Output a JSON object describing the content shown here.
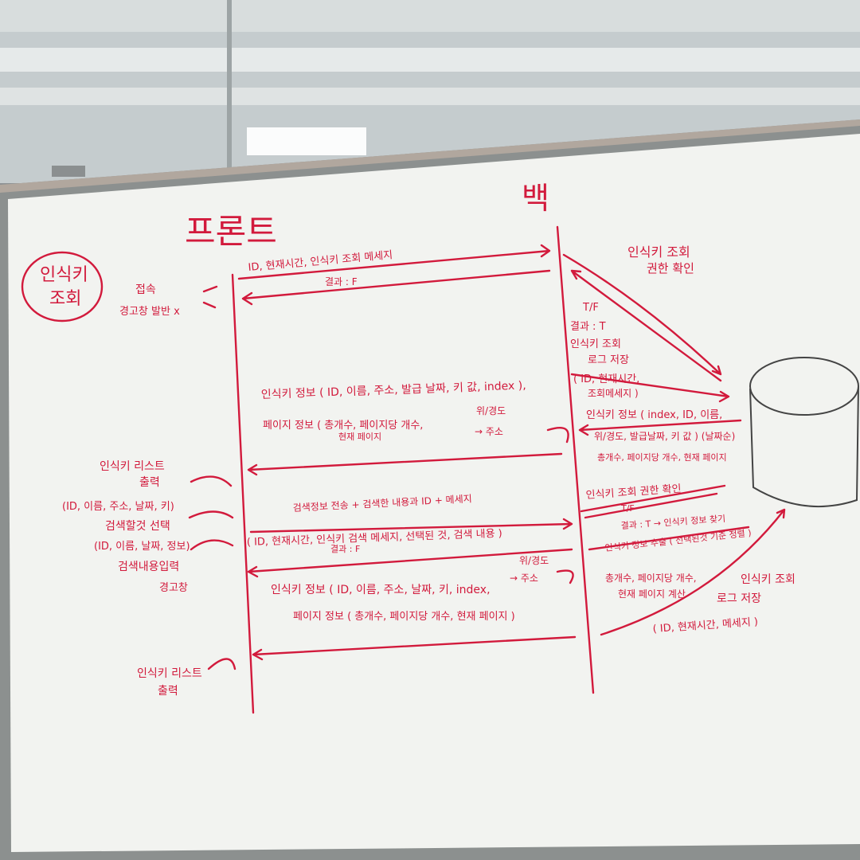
{
  "board": {
    "title_left": "프론트",
    "title_right": "백",
    "circle_label_line1": "인식키",
    "circle_label_line2": "조회"
  },
  "front_notes": {
    "n1": "접속",
    "n2": "경고창 발반 x",
    "n3": "인식키 리스트",
    "n4": "출력",
    "n5": "(ID, 이름, 주소, 날짜, 키)",
    "n6": "검색할것 선택",
    "n7": "(ID, 이름, 날짜, 정보)",
    "n8": "검색내용입력",
    "n9": "경고창",
    "n10": "인식키 리스트",
    "n11": "출력"
  },
  "messages": {
    "m1": "ID, 현재시간, 인식키 조회 메세지",
    "m2": "결과 : F",
    "m3": "인식키 정보 ( ID, 이름, 주소, 발급 날짜, 키 값, index ),",
    "m4": "페이지 정보 ( 총개수, 페이지당 개수,",
    "m5": "현재 페이지",
    "m6": "위/경도",
    "m7": "→ 주소",
    "m8": "검색정보 전송 + 검색한 내용과 ID + 메세지",
    "m9": "( ID, 현재시간, 인식키 검색 메세지, 선택된 것, 검색 내용 )",
    "m10": "결과 : F",
    "m11": "위/경도",
    "m12": "→ 주소",
    "m13": "인식키 정보 ( ID, 이름, 주소, 날짜, 키, index,",
    "m14": "페이지 정보 ( 총개수, 페이지당 개수, 현재 페이지 )"
  },
  "back_notes": {
    "b1": "인식키 조회",
    "b2": "권한 확인",
    "b3": "T/F",
    "b4": "결과 : T",
    "b5": "인식키 조회",
    "b6": "로그 저장",
    "b7": "( ID, 현재시간,",
    "b8": "조회메세지 )",
    "b9": "인식키 정보 ( index, ID, 이름,",
    "b10": "위/경도, 발급날짜, 키 값 ) (날짜순)",
    "b11": "총개수, 페이지당 개수, 현재 페이지",
    "b12": "인식키 조회 권한 확인",
    "b13": "T/F",
    "b14": "결과 : T → 인식키 정보 찾기",
    "b15": "인식키 정보 추출 ( 선택된것 기준 정렬 )",
    "b16": "총개수, 페이지당 개수,",
    "b17": "현재 페이지 계산",
    "b18": "인식키 조회",
    "b19": "로그 저장",
    "b20": "( ID, 현재시간, 메세지 )"
  },
  "colors": {
    "marker": "#d21a3c",
    "board": "#f3f4f1",
    "frame": "#8a8f8e",
    "window": "#c9d0d2"
  }
}
